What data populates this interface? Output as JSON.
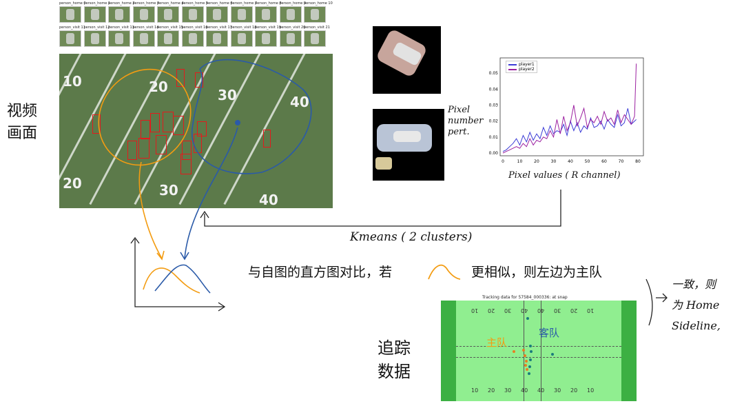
{
  "thumbnails": {
    "row1": [
      "person_home 0",
      "person_home 1",
      "person_home 2",
      "person_home 3",
      "person_home 4",
      "person_home 5",
      "person_home 6",
      "person_home 7",
      "person_home 8",
      "person_home 9",
      "person_home 10"
    ],
    "row2": [
      "person_visit 11",
      "person_visit 12",
      "person_visit 13",
      "person_visit 14",
      "person_visit 15",
      "person_visit 16",
      "person_visit 17",
      "person_visit 18",
      "person_visit 19",
      "person_visit 20",
      "person_visit 21"
    ]
  },
  "field_photo": {
    "yard_numbers_top": [
      "10",
      "20",
      "30",
      "40"
    ],
    "yard_numbers_bottom": [
      "20",
      "30",
      "40"
    ]
  },
  "left_note": [
    "视频",
    "画面"
  ],
  "pixel_note": [
    "Pixel",
    "number",
    "pert."
  ],
  "chart_data": {
    "type": "line",
    "x_ticks": [
      0,
      10,
      20,
      30,
      40,
      50,
      60,
      70,
      80
    ],
    "y_ticks": [
      "0.00",
      "0.01",
      "0.02",
      "0.03",
      "0.04",
      "0.05"
    ],
    "xlim": [
      0,
      80
    ],
    "ylim": [
      0,
      0.057
    ],
    "xlabel": "Pixel values ( R channel)",
    "series": [
      {
        "name": "player1",
        "color": "#3b3bd6",
        "x": [
          0,
          2,
          4,
          6,
          8,
          10,
          12,
          14,
          16,
          18,
          20,
          22,
          24,
          26,
          28,
          30,
          32,
          34,
          36,
          38,
          40,
          42,
          44,
          46,
          48,
          50,
          52,
          54,
          56,
          58,
          60,
          62,
          64,
          66,
          68,
          70,
          72,
          74,
          76,
          78,
          79
        ],
        "y": [
          0.001,
          0.002,
          0.004,
          0.006,
          0.009,
          0.005,
          0.011,
          0.007,
          0.013,
          0.008,
          0.012,
          0.009,
          0.016,
          0.011,
          0.017,
          0.012,
          0.014,
          0.013,
          0.018,
          0.011,
          0.02,
          0.014,
          0.019,
          0.013,
          0.017,
          0.015,
          0.022,
          0.016,
          0.017,
          0.02,
          0.015,
          0.021,
          0.018,
          0.016,
          0.024,
          0.017,
          0.019,
          0.028,
          0.018,
          0.02,
          0.021
        ]
      },
      {
        "name": "player2",
        "color": "#9b1fa0",
        "x": [
          0,
          2,
          4,
          6,
          8,
          10,
          12,
          14,
          16,
          18,
          20,
          22,
          24,
          26,
          28,
          30,
          32,
          34,
          36,
          38,
          40,
          42,
          44,
          46,
          48,
          50,
          52,
          54,
          56,
          58,
          60,
          62,
          64,
          66,
          68,
          70,
          72,
          74,
          76,
          78,
          79
        ],
        "y": [
          0.0,
          0.001,
          0.002,
          0.003,
          0.004,
          0.003,
          0.006,
          0.004,
          0.009,
          0.005,
          0.008,
          0.007,
          0.01,
          0.009,
          0.014,
          0.01,
          0.021,
          0.012,
          0.023,
          0.014,
          0.019,
          0.03,
          0.017,
          0.022,
          0.028,
          0.016,
          0.021,
          0.019,
          0.023,
          0.018,
          0.026,
          0.02,
          0.022,
          0.018,
          0.027,
          0.019,
          0.024,
          0.021,
          0.018,
          0.023,
          0.056
        ]
      }
    ]
  },
  "kmeans_label": "Kmeans ( 2 clusters)",
  "comparison_text": "与自图的直方图对比，若",
  "comparison_text2": "更相似，则左边为主队",
  "result_note": [
    "一致，则",
    "为 Home",
    "Sideline,"
  ],
  "tracking": {
    "title": "Tracking data for 57584_000336: at snap",
    "yard_numbers_top": [
      "10",
      "20",
      "30",
      "40",
      "40",
      "30",
      "20",
      "10"
    ],
    "yard_numbers_bottom": [
      "10",
      "20",
      "30",
      "40",
      "40",
      "30",
      "20",
      "10"
    ],
    "home_label": "主队",
    "visit_label": "客队"
  },
  "tracking_note": [
    "追踪",
    "数据"
  ]
}
